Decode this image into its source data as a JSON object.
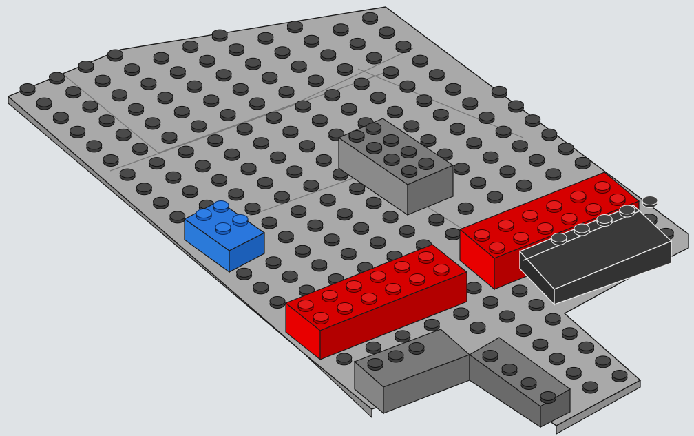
{
  "scene": {
    "background": "#dfe3e6",
    "colors": {
      "baseplate": "#a9a9a9",
      "baseplate_edge": "#8c8c8c",
      "stud": "#3e3e3e",
      "stud_top": "#4d4d4d",
      "dark_gray_brick": "#7a7a7a",
      "blue_brick": "#1e6fd6",
      "red_brick": "#e00000",
      "black_slope": "#333333"
    },
    "elements": [
      {
        "name": "gray-baseplate",
        "color": "baseplate"
      },
      {
        "name": "dark-gray-2x4-brick",
        "color": "dark_gray_brick"
      },
      {
        "name": "blue-2x2-brick",
        "color": "blue_brick"
      },
      {
        "name": "red-2x6-brick-front",
        "color": "red_brick"
      },
      {
        "name": "red-2x6-brick-back",
        "color": "red_brick"
      },
      {
        "name": "black-slope-brick",
        "color": "black_slope"
      },
      {
        "name": "dark-gray-1x4-brick-left",
        "color": "dark_gray_brick"
      },
      {
        "name": "dark-gray-1x4-brick-right",
        "color": "dark_gray_brick"
      }
    ]
  }
}
